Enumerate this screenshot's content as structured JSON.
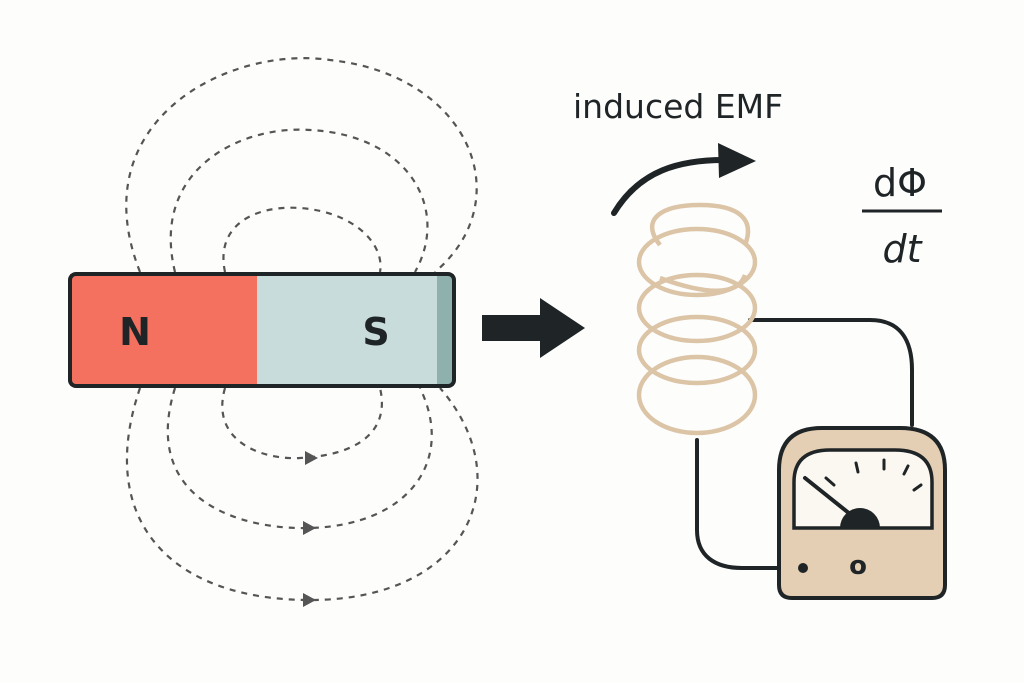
{
  "magnet": {
    "north_label": "N",
    "south_label": "S",
    "north_color": "#f4705f",
    "south_color": "#c8dcdc",
    "south_shade_color": "#8fb1ad"
  },
  "field_lines": {
    "style": "dashed",
    "color": "#555555"
  },
  "motion_arrow": {
    "icon": "right-arrow-icon",
    "color": "#1f2426"
  },
  "induced_label": "induced EMF",
  "formula": {
    "numerator": "dΦ",
    "denominator": "dt"
  },
  "coil": {
    "color": "#dcc4a6",
    "turns": 4
  },
  "meter": {
    "body_color": "#e5cfb4",
    "face_color": "#fbf8f1",
    "knob_label": "o"
  }
}
